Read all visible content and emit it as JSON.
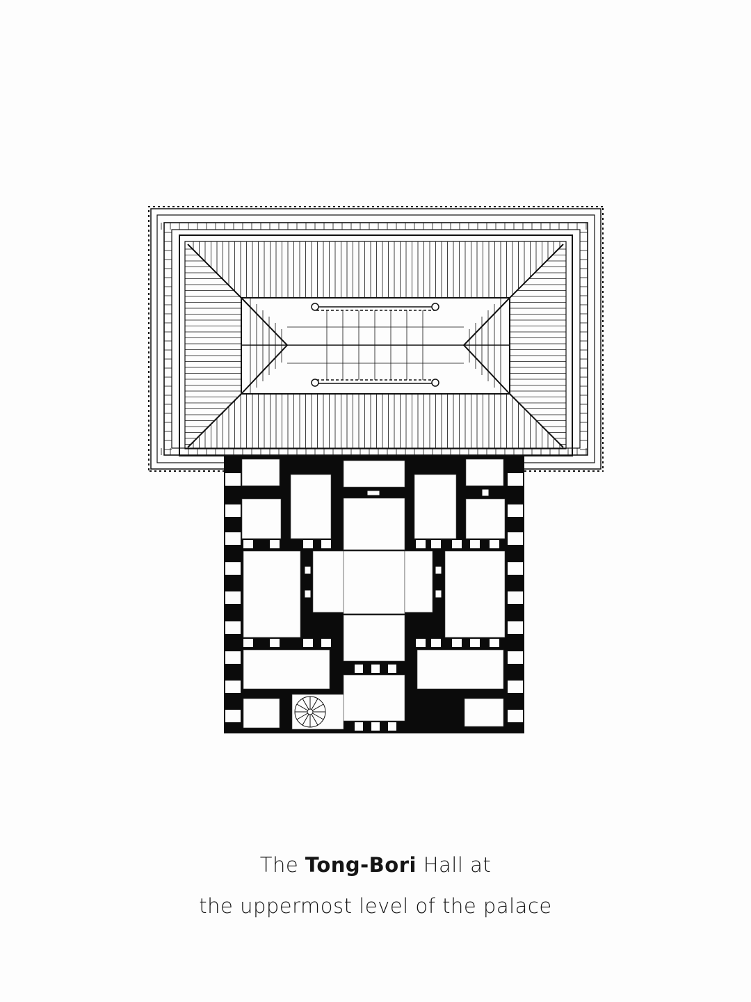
{
  "caption": {
    "line1_prefix": "The",
    "line1_bold": "Tong-Bori",
    "line1_suffix": "Hall at",
    "line2": "the uppermost level of the palace"
  },
  "colors": {
    "ink": "#111111",
    "background": "#fdfdfd"
  }
}
